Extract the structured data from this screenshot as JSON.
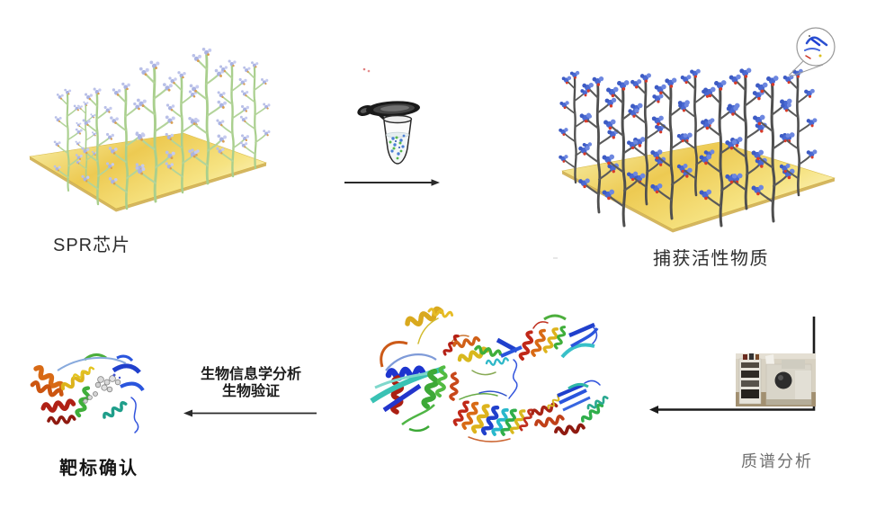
{
  "background": "#ffffff",
  "labels": {
    "spr_chip": "SPR芯片",
    "capture": "捕获活性物质",
    "bioinformatics_line1": "生物信息学分析",
    "bioinformatics_line2": "生物验证",
    "target_confirm": "靶标确认",
    "mass_spec": "质谱分析"
  },
  "colors": {
    "gold_plate": "#edca52",
    "gold_plate_highlight": "#fdf7d2",
    "gold_plate_edge": "#c9a438",
    "green_stem": "#a9cf8d",
    "lavender_flower": "#aab3e2",
    "flower_dot_orange": "#d9a053",
    "dark_stem": "#4f4f4f",
    "blue_flower": "#4a69d2",
    "red_linker": "#d83a28",
    "arrow_black": "#222222",
    "label_dark": "#2d2d2d",
    "mass_spec_label_gray": "#6f6f6f",
    "tube_lid": "#1a1a1a",
    "tube_dot_blue": "#4a7fd4",
    "tube_dot_green": "#58b84e",
    "ligand_sphere_gray": "#d9d9d9"
  },
  "illustrations": {
    "spr_chip": "gold-chip-with-green-ligand-plants",
    "sample_tube": "open-microcentrifuge-tube-with-compounds",
    "capture_chip": "gold-chip-with-captured-blue-compounds",
    "protein_callout": "magnifier-circle-with-bound-protein",
    "protein_structures": "five-rainbow-ribbon-proteins",
    "target_protein": "rainbow-protein-with-gray-ligand",
    "mass_spec_photo": "lc-ms-instrument-photo"
  }
}
